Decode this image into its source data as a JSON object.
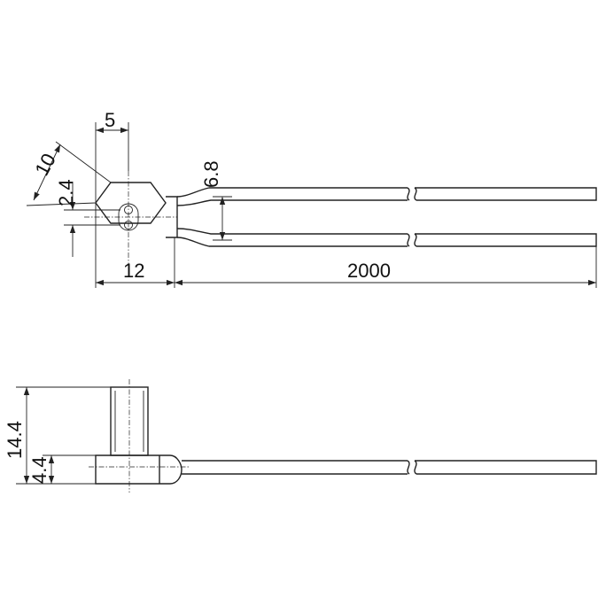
{
  "dimensions": {
    "across_flats": "5",
    "across_corners": "10",
    "hole_spacing": "2.4",
    "cable_spacing": "6.8",
    "body_width": "12",
    "cable_length": "2000",
    "total_height": "14.4",
    "base_height": "4.4"
  }
}
